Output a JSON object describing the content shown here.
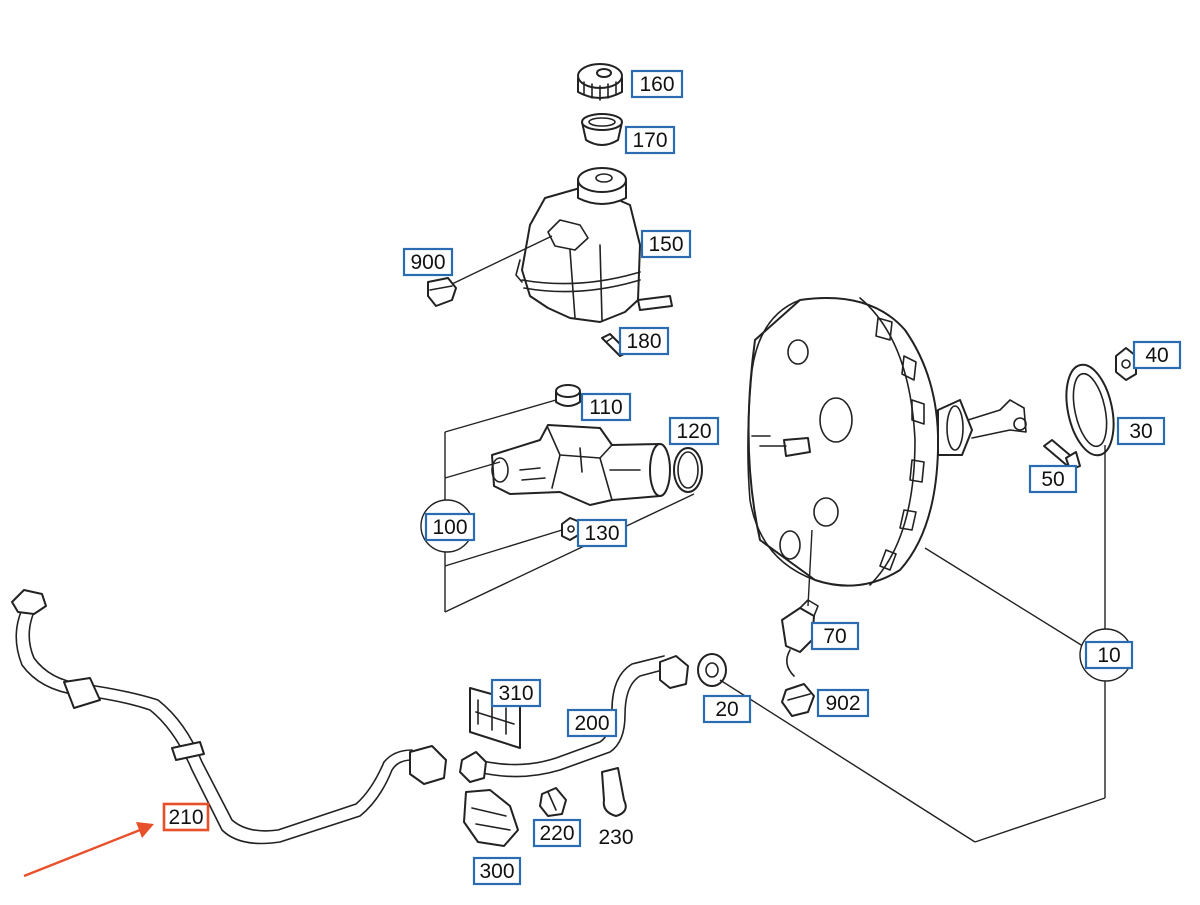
{
  "colors": {
    "label_border": "#2b6cb0",
    "highlight_border": "#e8502a",
    "arrow": "#e8502a",
    "line": "#222222"
  },
  "labels": {
    "l160": "160",
    "l170": "170",
    "l150": "150",
    "l900": "900",
    "l180": "180",
    "l110": "110",
    "l120": "120",
    "l100": "100",
    "l130": "130",
    "l40": "40",
    "l30": "30",
    "l50": "50",
    "l70": "70",
    "l10": "10",
    "l902": "902",
    "l20": "20",
    "l310": "310",
    "l200": "200",
    "l210": "210",
    "l220": "220",
    "l230": "230",
    "l300": "300"
  },
  "highlighted_part": "210"
}
